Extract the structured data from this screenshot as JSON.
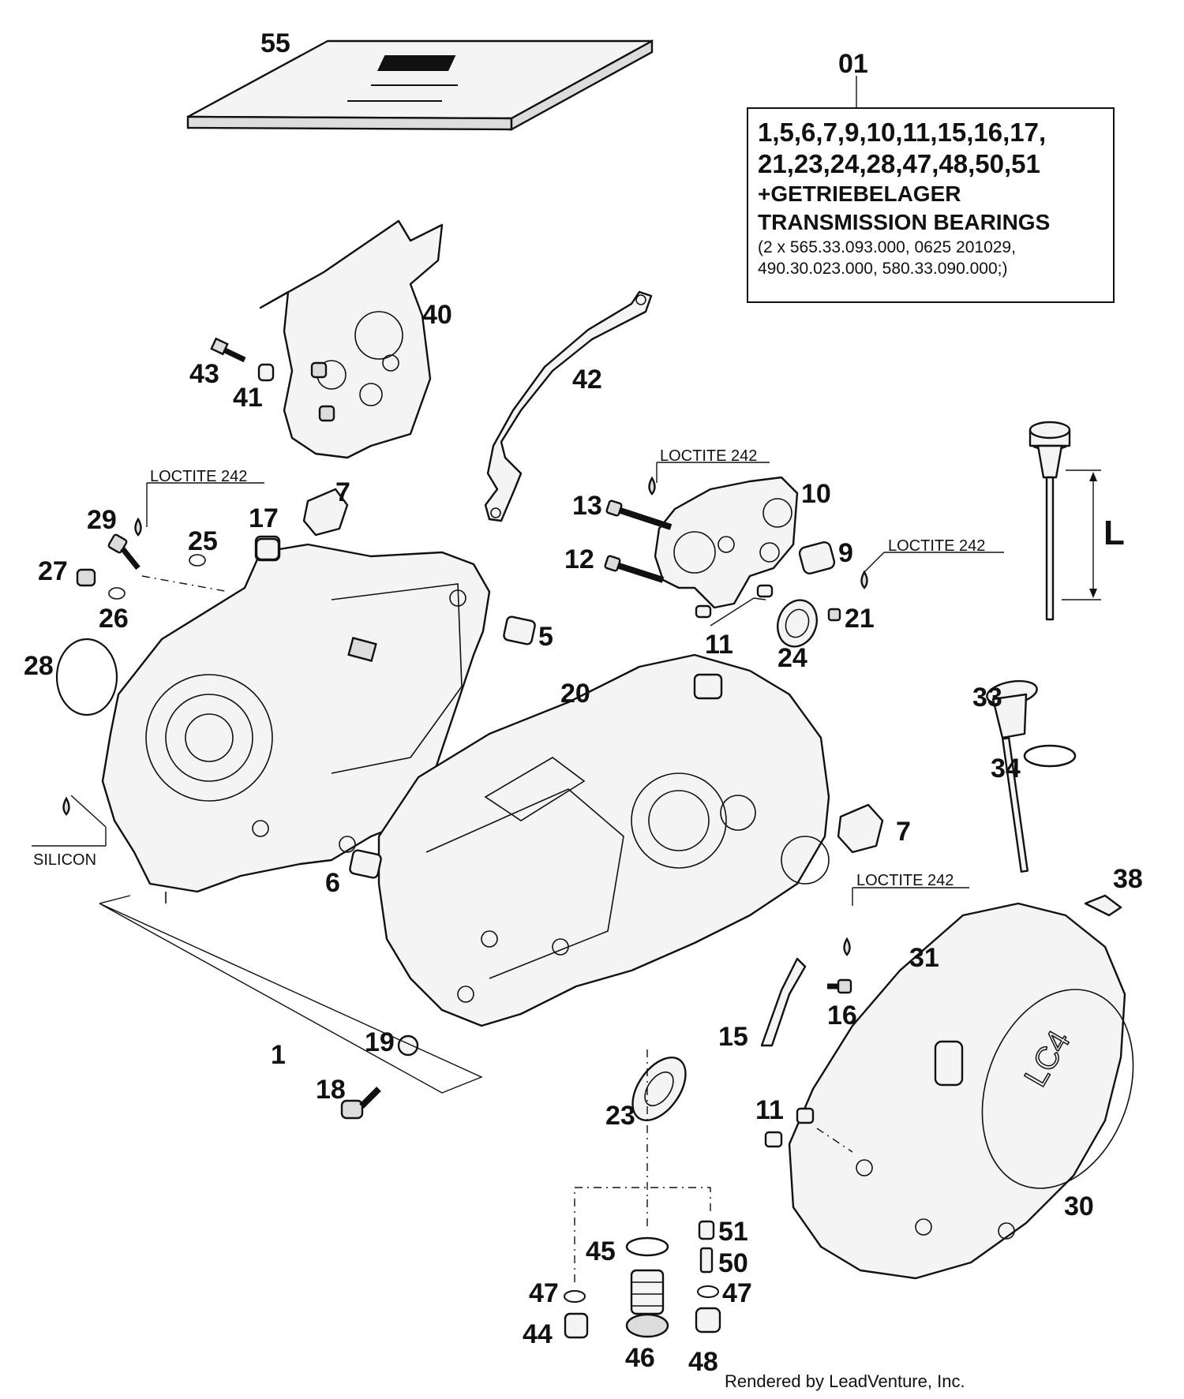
{
  "kit": {
    "number": "01",
    "line1": "1,5,6,7,9,10,11,15,16,17,",
    "line2": "21,23,24,28,47,48,50,51",
    "label_de": "+GETRIEBELAGER",
    "label_en": "TRANSMISSION BEARINGS",
    "spec1": "(2 x 565.33.093.000, 0625 201029,",
    "spec2": "490.30.023.000, 580.33.090.000;)"
  },
  "notes": {
    "loctite": "LOCTITE 242",
    "silicon": "SILICON",
    "dimension": "L"
  },
  "callouts": {
    "c55": "55",
    "c40": "40",
    "c43": "43",
    "c41": "41",
    "c42": "42",
    "c29": "29",
    "c25": "25",
    "c17": "17",
    "c7a": "7",
    "c27": "27",
    "c26": "26",
    "c28": "28",
    "c13": "13",
    "c10": "10",
    "c9": "9",
    "c12": "12",
    "c11a": "11",
    "c24": "24",
    "c21": "21",
    "c5": "5",
    "c20": "20",
    "c33": "33",
    "c34": "34",
    "c7b": "7",
    "c6": "6",
    "c38": "38",
    "c31": "31",
    "c16": "16",
    "c15": "15",
    "c1": "1",
    "c19": "19",
    "c18": "18",
    "c23": "23",
    "c11b": "11",
    "c30": "30",
    "c51": "51",
    "c45": "45",
    "c50": "50",
    "c47a": "47",
    "c47b": "47",
    "c44": "44",
    "c46": "46",
    "c48": "48"
  },
  "footer": "Rendered by LeadVenture, Inc."
}
